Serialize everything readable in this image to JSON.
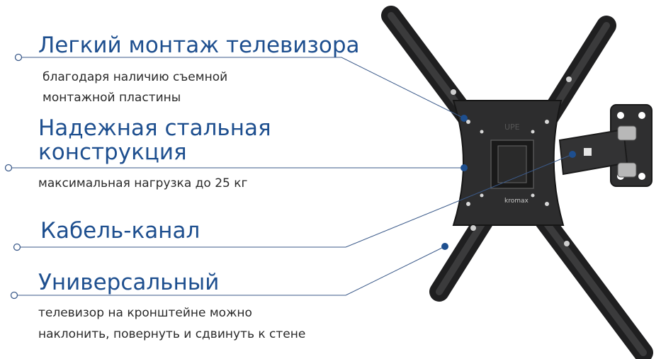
{
  "features": [
    {
      "title": "Легкий монтаж телевизора",
      "desc_lines": [
        "благодаря наличию съемной",
        "монтажной пластины"
      ]
    },
    {
      "title_lines": [
        "Надежная стальная",
        "конструкция"
      ],
      "desc_lines": [
        "максимальная нагрузка до 25 кг"
      ]
    },
    {
      "title": "Кабель-канал",
      "desc_lines": []
    },
    {
      "title": "Универсальный",
      "desc_lines": [
        "телевизор на кронштейне можно",
        "наклонить, повернуть и сдвинуть к стене"
      ]
    }
  ],
  "product": {
    "brand_mark": "kromax",
    "plate_mark": "UPE"
  },
  "colors": {
    "accent": "#1e4f8f",
    "leader_line": "#3b5a8a",
    "mount_metal": "#2b2b2c",
    "body_text": "#2a2a2a"
  }
}
